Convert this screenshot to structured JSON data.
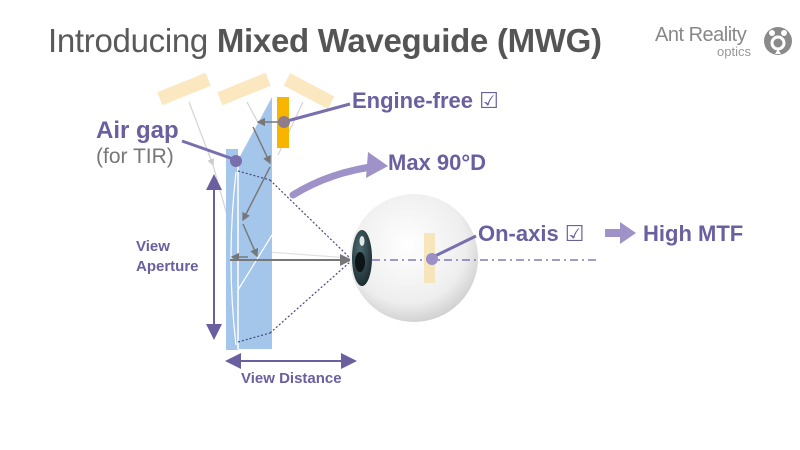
{
  "title": {
    "prefix": "Introducing",
    "emphasis": "Mixed Waveguide (MWG)"
  },
  "logo": {
    "name": "Ant Reality",
    "subtitle": "optics",
    "icon": "ant-head-icon"
  },
  "annotations": {
    "air_gap": "Air gap",
    "air_gap_note": "(for TIR)",
    "engine_free": "Engine-free ☑",
    "max_field": "Max 90°D",
    "on_axis": "On-axis ☑",
    "high_mtf": "High MTF",
    "view_aperture_line1": "View",
    "view_aperture_line2": "Aperture",
    "view_distance": "View Distance"
  },
  "colors": {
    "accent_purple": "#6b5fa0",
    "arrow_purple": "#9e92c8",
    "waveguide_blue": "#a3c6ea",
    "display_orange": "#f7b500",
    "display_pale": "#fbe8c0",
    "title_gray": "#555555"
  }
}
